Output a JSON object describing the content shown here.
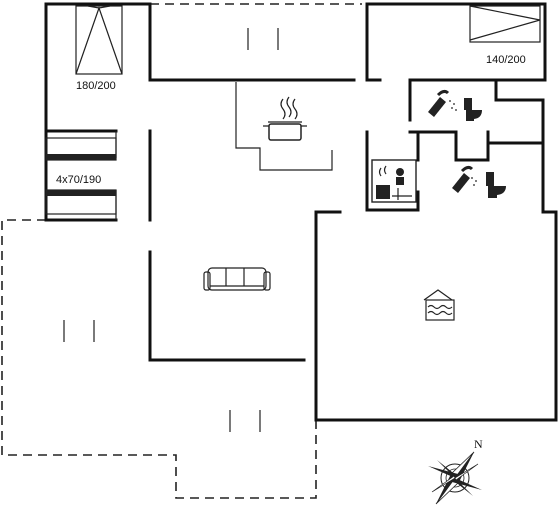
{
  "plan": {
    "labels": {
      "bed_main": "180/200",
      "bed_second": "140/200",
      "bunk_beds": "4x70/190",
      "north": "N"
    }
  }
}
